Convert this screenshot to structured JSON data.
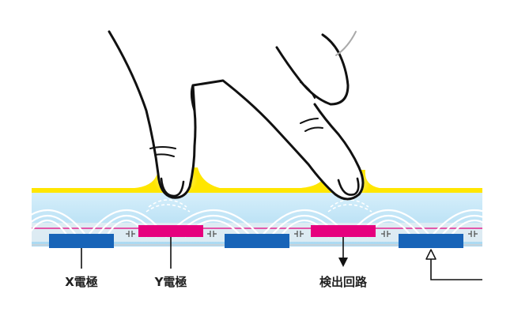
{
  "labels": {
    "x_electrode": "X電極",
    "y_electrode": "Y電極",
    "detection_circuit": "検出回路"
  },
  "colors": {
    "panel_top": "#ffe600",
    "panel_glass": "#bfe3f6",
    "panel_glass_deep": "#9fd4ef",
    "field_lines": "#ffffff",
    "x_electrode": "#1864b8",
    "y_electrode": "#e6007e",
    "substrate": "#cfd8df",
    "finger_glow": "#fff3c0",
    "outline": "#111111"
  },
  "icons": {
    "finger": "pointing-finger-icon",
    "arrow_down": "arrow-down-icon",
    "arrow_up": "arrow-up-icon",
    "capacitor": "capacitor-icon"
  }
}
